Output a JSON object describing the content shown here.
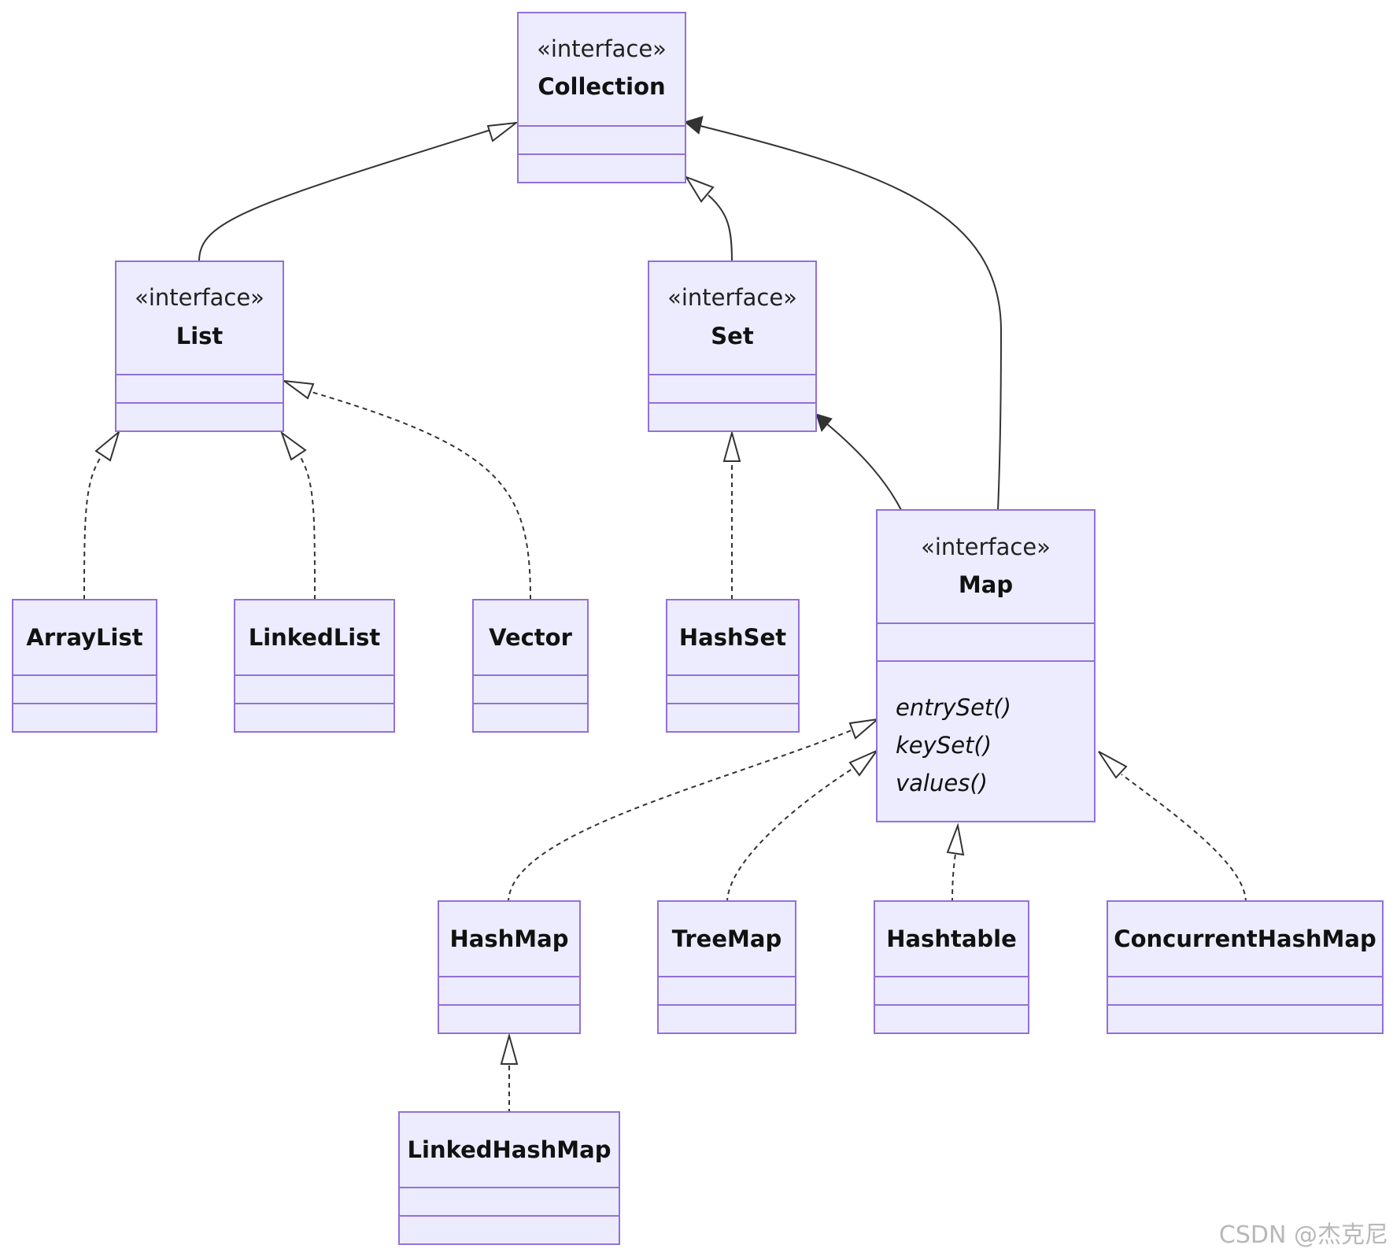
{
  "diagram": {
    "classes": {
      "collection": {
        "stereotype": "«interface»",
        "name": "Collection"
      },
      "list": {
        "stereotype": "«interface»",
        "name": "List"
      },
      "set": {
        "stereotype": "«interface»",
        "name": "Set"
      },
      "map": {
        "stereotype": "«interface»",
        "name": "Map",
        "methods": [
          "entrySet()",
          "keySet()",
          "values()"
        ]
      },
      "arraylist": {
        "name": "ArrayList"
      },
      "linkedlist": {
        "name": "LinkedList"
      },
      "vector": {
        "name": "Vector"
      },
      "hashset": {
        "name": "HashSet"
      },
      "hashmap": {
        "name": "HashMap"
      },
      "treemap": {
        "name": "TreeMap"
      },
      "hashtable": {
        "name": "Hashtable"
      },
      "concurrenthashmap": {
        "name": "ConcurrentHashMap"
      },
      "linkedhashmap": {
        "name": "LinkedHashMap"
      }
    },
    "relations": [
      {
        "from": "List",
        "to": "Collection",
        "type": "inheritance"
      },
      {
        "from": "Set",
        "to": "Collection",
        "type": "inheritance"
      },
      {
        "from": "Map",
        "to": "Collection",
        "type": "association"
      },
      {
        "from": "Map",
        "to": "Set",
        "type": "association"
      },
      {
        "from": "ArrayList",
        "to": "List",
        "type": "realization"
      },
      {
        "from": "LinkedList",
        "to": "List",
        "type": "realization"
      },
      {
        "from": "Vector",
        "to": "List",
        "type": "realization"
      },
      {
        "from": "HashSet",
        "to": "Set",
        "type": "realization"
      },
      {
        "from": "HashMap",
        "to": "Map",
        "type": "realization"
      },
      {
        "from": "TreeMap",
        "to": "Map",
        "type": "realization"
      },
      {
        "from": "Hashtable",
        "to": "Map",
        "type": "realization"
      },
      {
        "from": "ConcurrentHashMap",
        "to": "Map",
        "type": "realization"
      },
      {
        "from": "LinkedHashMap",
        "to": "HashMap",
        "type": "realization"
      }
    ]
  },
  "colors": {
    "box_fill": "#ececfe",
    "box_stroke": "#9370db",
    "edge": "#333333"
  },
  "watermark": "CSDN @杰克尼"
}
